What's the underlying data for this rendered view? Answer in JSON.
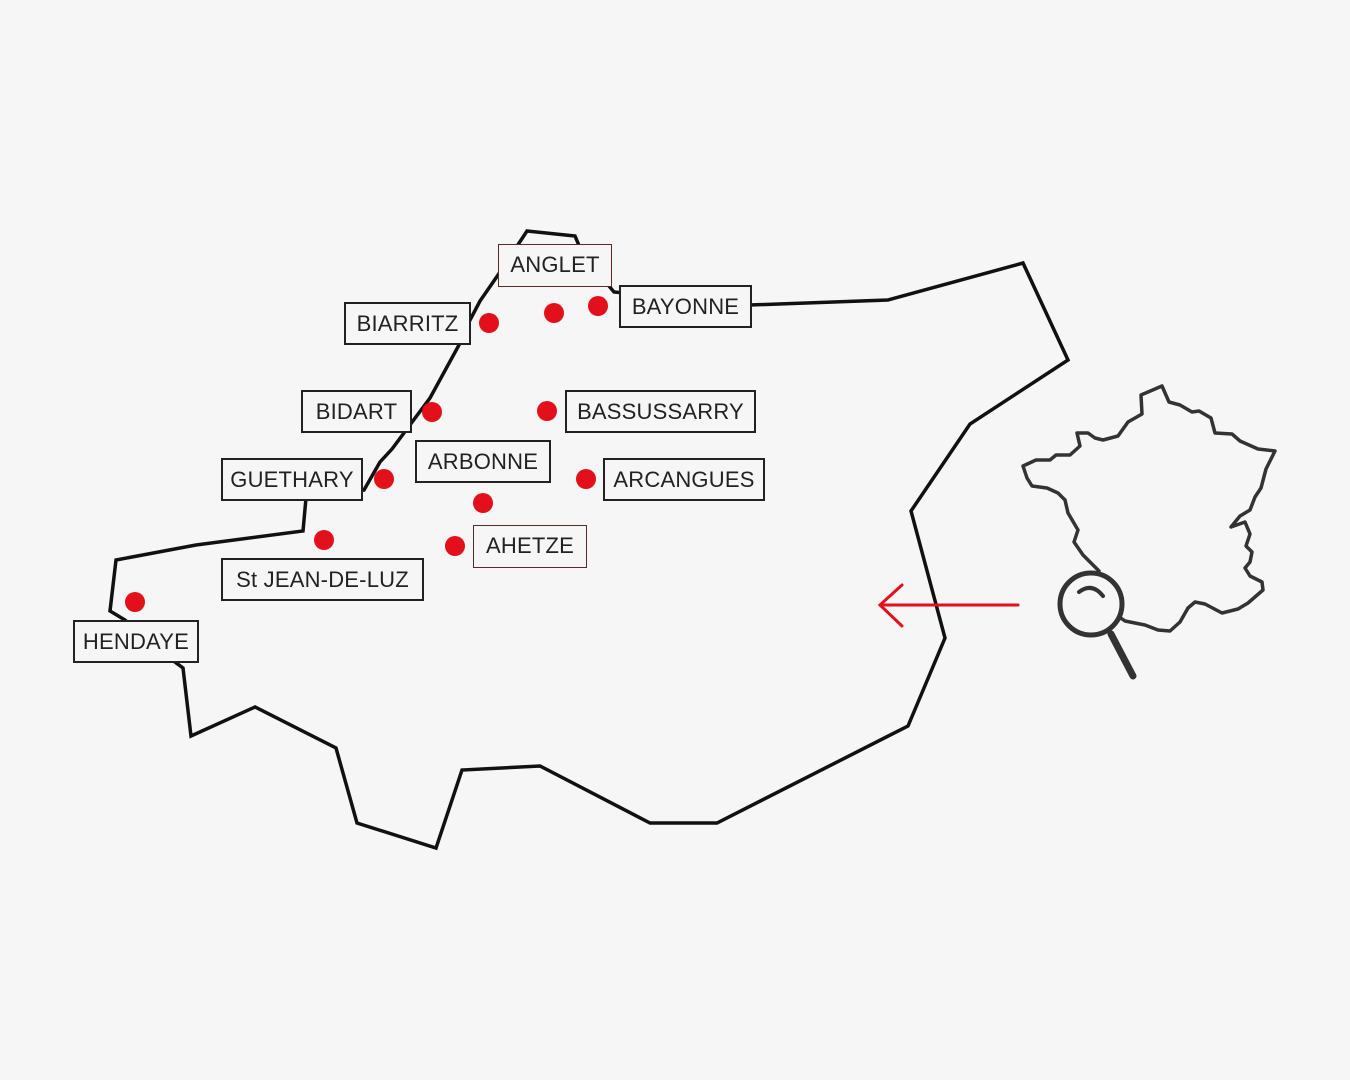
{
  "colors": {
    "background": "#f6f6f6",
    "outline": "#111111",
    "marker": "#e3101c",
    "arrow": "#e3101c",
    "label_border": "#222222"
  },
  "towns": [
    {
      "id": "anglet",
      "name": "ANGLET"
    },
    {
      "id": "bayonne",
      "name": "BAYONNE"
    },
    {
      "id": "biarritz",
      "name": "BIARRITZ"
    },
    {
      "id": "bidart",
      "name": "BIDART"
    },
    {
      "id": "bassussarry",
      "name": "BASSUSSARRY"
    },
    {
      "id": "arbonne",
      "name": "ARBONNE"
    },
    {
      "id": "guethary",
      "name": "GUETHARY"
    },
    {
      "id": "arcangues",
      "name": "ARCANGUES"
    },
    {
      "id": "ahetze",
      "name": "AHETZE"
    },
    {
      "id": "st-jean-de-luz",
      "name": "St JEAN-DE-LUZ"
    },
    {
      "id": "hendaye",
      "name": "HENDAYE"
    }
  ],
  "icons": {
    "inset": "france-outline-icon",
    "magnifier": "magnifying-glass-icon",
    "arrow": "arrow-left-icon"
  }
}
